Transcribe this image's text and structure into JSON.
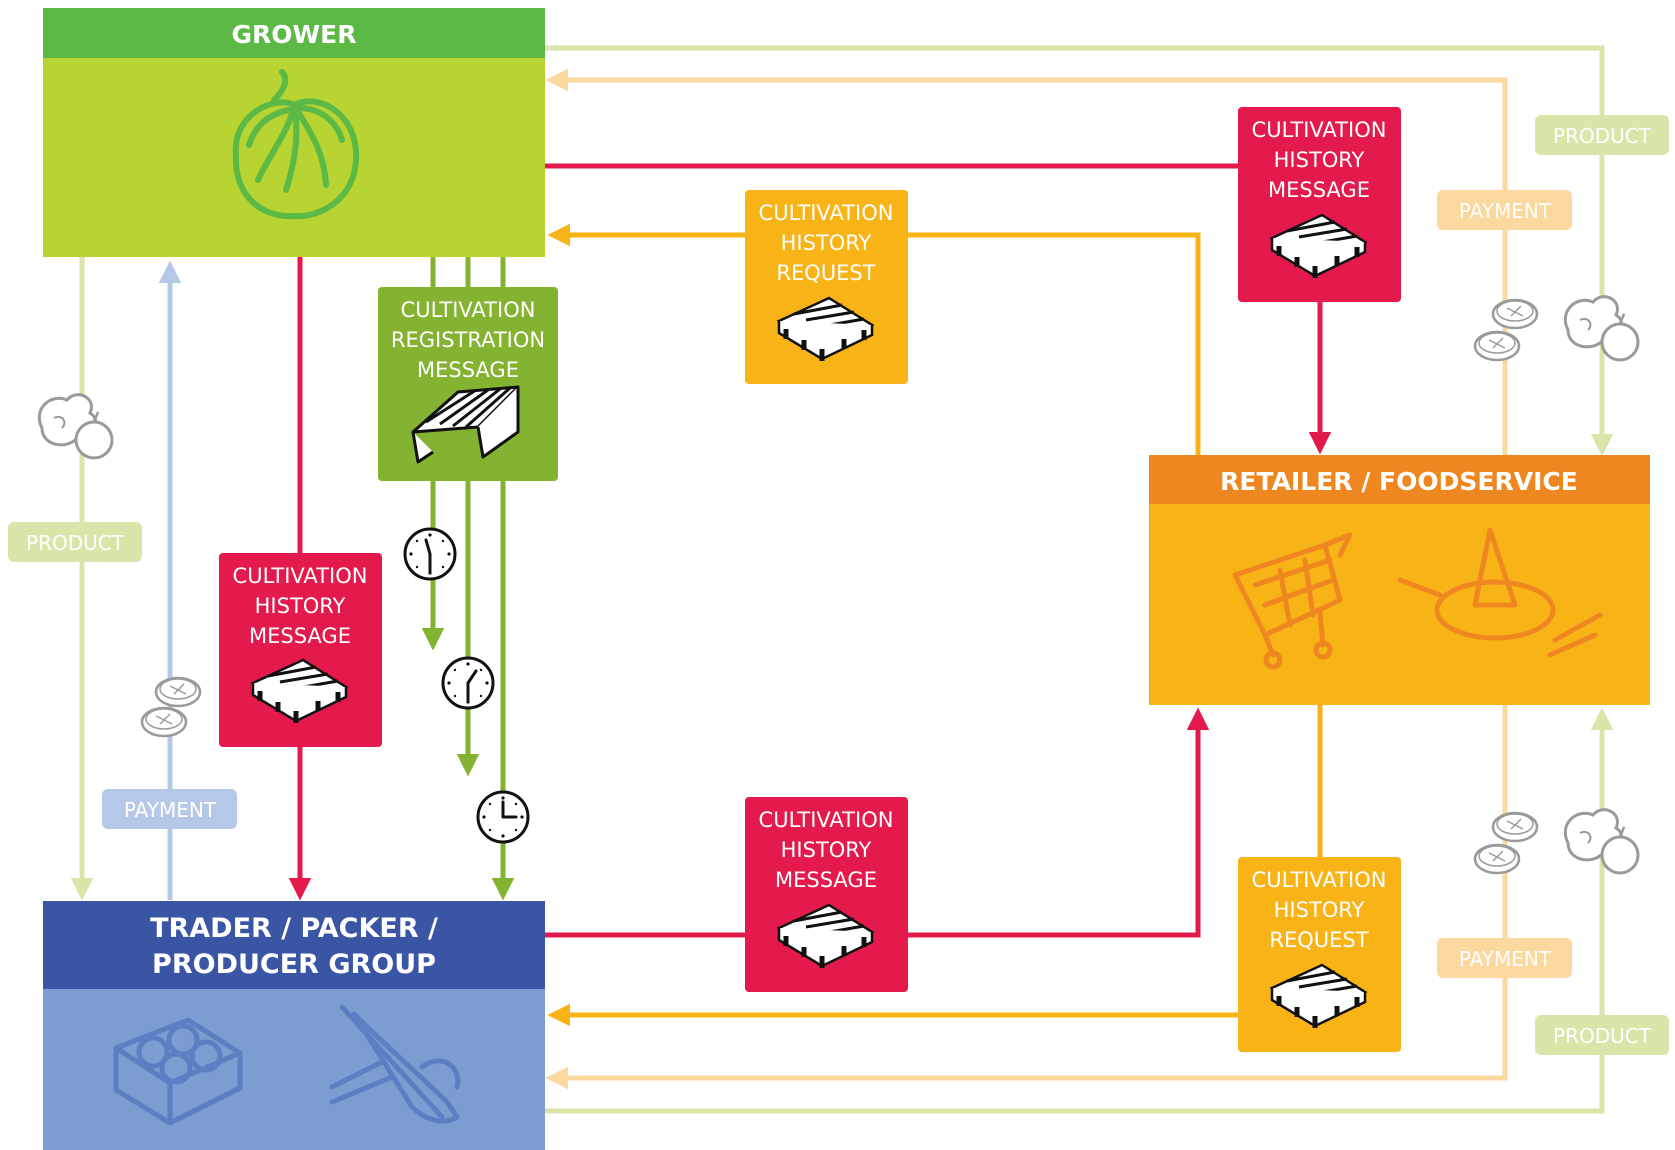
{
  "nodes": {
    "grower": {
      "title": "GROWER"
    },
    "trader": {
      "title_line1": "TRADER / PACKER /",
      "title_line2": "PRODUCER GROUP"
    },
    "retailer": {
      "title": "RETAILER / FOODSERVICE"
    }
  },
  "messages": {
    "registration": {
      "lines": [
        "CULTIVATION",
        "REGISTRATION",
        "MESSAGE"
      ]
    },
    "history_left": {
      "lines": [
        "CULTIVATION",
        "HISTORY",
        "MESSAGE"
      ]
    },
    "request_top": {
      "lines": [
        "CULTIVATION",
        "HISTORY",
        "REQUEST"
      ]
    },
    "history_top_right": {
      "lines": [
        "CULTIVATION",
        "HISTORY",
        "MESSAGE"
      ]
    },
    "history_bottom": {
      "lines": [
        "CULTIVATION",
        "HISTORY",
        "MESSAGE"
      ]
    },
    "request_bottom_right": {
      "lines": [
        "CULTIVATION",
        "HISTORY",
        "REQUEST"
      ]
    }
  },
  "tags": {
    "product": "PRODUCT",
    "payment": "PAYMENT"
  },
  "colors": {
    "grower_header": "#5cb946",
    "grower_body": "#b7d432",
    "trader_header": "#3b55a5",
    "trader_body": "#7b9dd2",
    "retailer_header": "#ef8721",
    "retailer_body": "#f8b416",
    "message_red": "#e31a4b",
    "request_orange": "#f8b416",
    "registration_green": "#84b231",
    "product_line": "#d9e6a9",
    "payment_peach": "#fbd89e",
    "payment_blue": "#b5c8e8"
  },
  "icons": [
    "tomato-icon",
    "crate-icon",
    "knife-icon",
    "cart-icon",
    "plate-icon",
    "pallet-icon",
    "greenhouse-icon",
    "clock-icon",
    "coins-icon",
    "produce-icon"
  ]
}
